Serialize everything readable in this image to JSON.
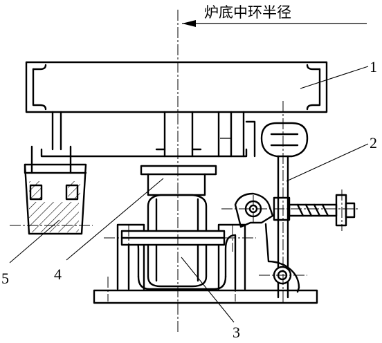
{
  "figure": {
    "caption": "炉底中环半径",
    "labels": [
      "1",
      "2",
      "3",
      "4",
      "5"
    ]
  }
}
